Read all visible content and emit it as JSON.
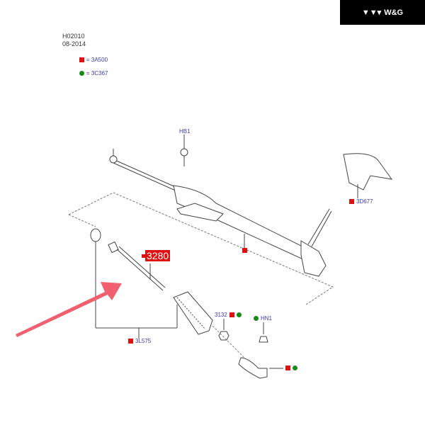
{
  "brand": {
    "name": "W&G"
  },
  "header": {
    "diagram_id": "H02010",
    "date": "08-2014"
  },
  "legend": [
    {
      "symbol": "red-square",
      "label": "= 3A500"
    },
    {
      "symbol": "green-dot",
      "label": "= 3C367"
    }
  ],
  "labels": {
    "hb1": "HB1",
    "d677": "3D677",
    "part_3280": "3280",
    "p3132": "3132",
    "hn1": "HN1",
    "l575": "3L575"
  },
  "colors": {
    "red": "#e01010",
    "green": "#1a8a1a",
    "blue": "#3a3aa8",
    "arrow": "#f06070"
  }
}
